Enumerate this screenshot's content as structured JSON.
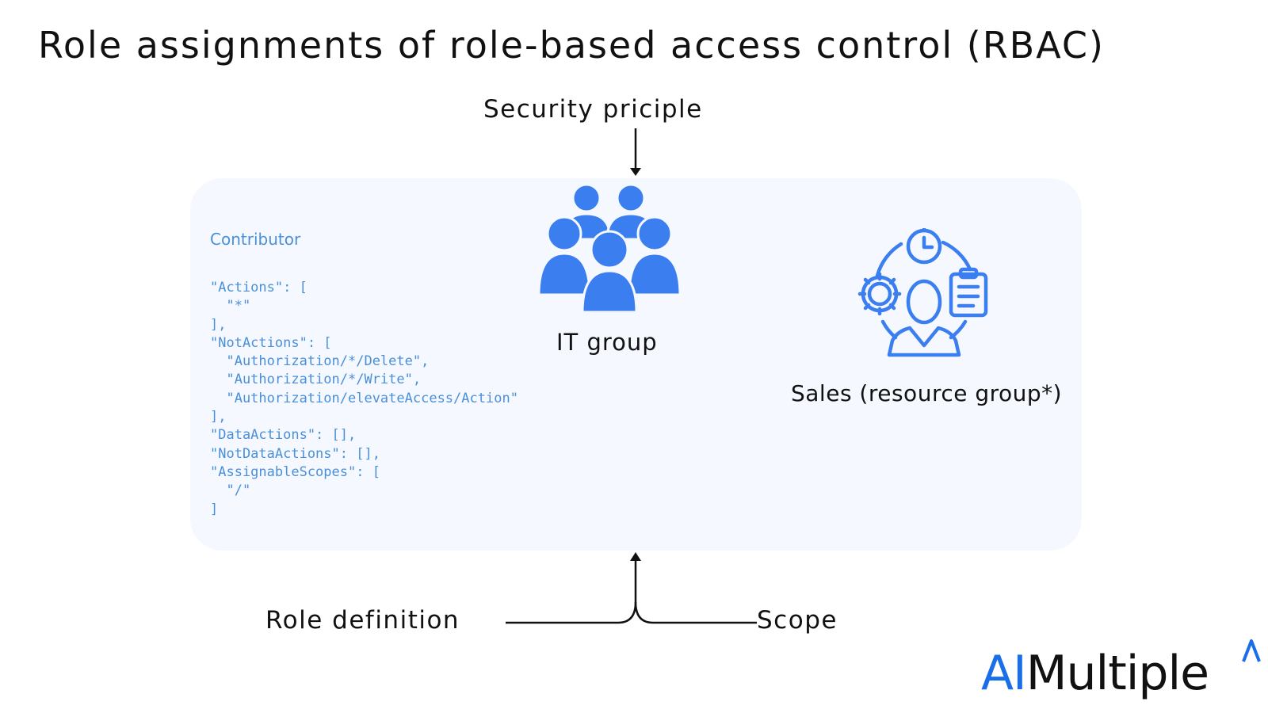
{
  "title": "Role assignments of role-based access control (RBAC)",
  "labels": {
    "security_principle": "Security priciple",
    "role_definition": "Role definition",
    "scope": "Scope"
  },
  "role_definition_box": {
    "title": "Contributor",
    "code": "\"Actions\": [\n  \"*\"\n],\n\"NotActions\": [\n  \"Authorization/*/Delete\",\n  \"Authorization/*/Write\",\n  \"Authorization/elevateAccess/Action\"\n],\n\"DataActions\": [],\n\"NotDataActions\": [],\n\"AssignableScopes\": [\n  \"/\"\n]"
  },
  "nodes": {
    "it_group": {
      "label": "IT group",
      "icon": "people-group-icon"
    },
    "sales": {
      "label": "Sales (resource group*)",
      "icon": "resource-group-icon"
    }
  },
  "logo": {
    "part1": "AI",
    "part2": "Multiple"
  },
  "colors": {
    "icon_blue": "#3a7ef0",
    "code_blue": "#4a90d9",
    "panel_bg": "#f5f8fe",
    "logo_blue": "#1a6fe8"
  }
}
